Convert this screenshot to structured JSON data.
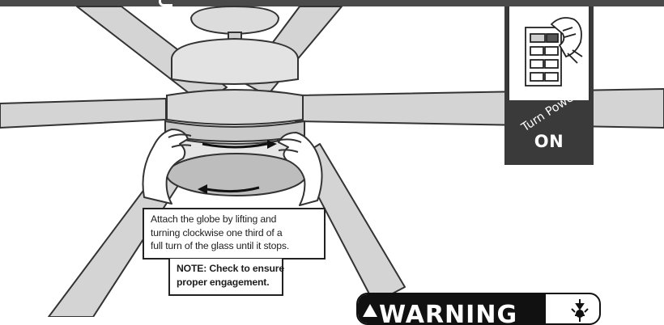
{
  "header": {
    "bar_color": "#4a4a4a"
  },
  "callout": {
    "lines": [
      "Attach the globe by lifting and",
      "turning clockwise one third of a",
      "full turn of the glass until it stops."
    ]
  },
  "note": {
    "lines": [
      "NOTE: Check to ensure",
      "proper engagement."
    ]
  },
  "power_panel": {
    "text_top": "Turn Power",
    "text_bottom": "ON",
    "switch_icon": "hand-flipping-breaker-icon"
  },
  "warning": {
    "label": "WARNING",
    "triangle_icon": "warning-triangle-icon",
    "shock_icon": "electric-shock-icon"
  },
  "illustration": {
    "subject": "ceiling-fan-globe-installation",
    "icons": [
      "ceiling-fan-icon",
      "hands-icon",
      "clockwise-arrow-icon"
    ]
  }
}
